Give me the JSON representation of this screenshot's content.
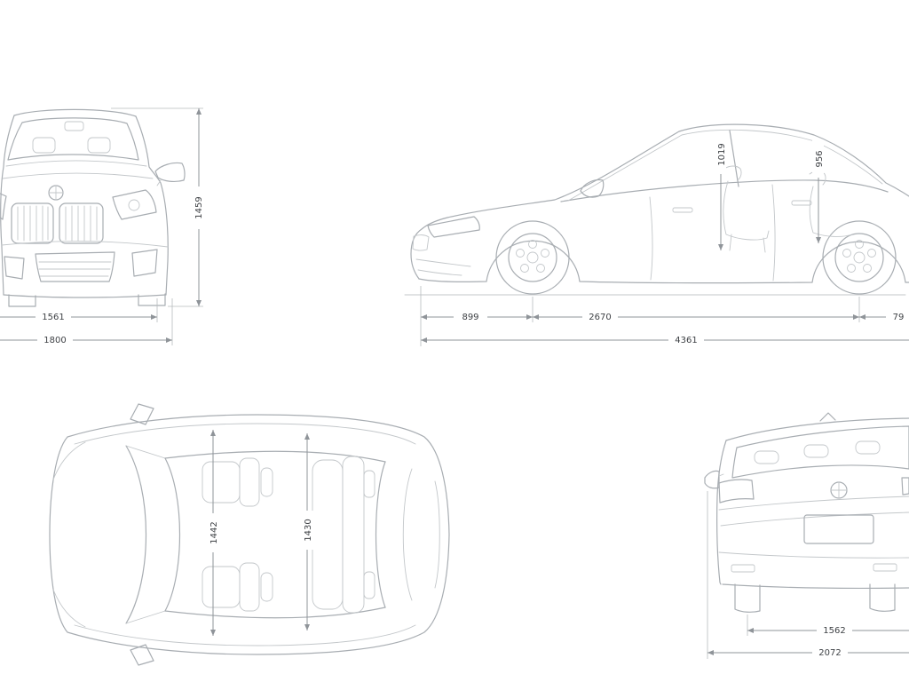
{
  "diagram": {
    "subject": "car-dimensions-blueprint",
    "line_color": "#a8adb2",
    "dim_color": "#8f9499",
    "text_color": "#3e4145",
    "views": {
      "front": {
        "name": "front-view",
        "height": "1459",
        "track_width": "1561",
        "overall_width": "1800"
      },
      "side": {
        "name": "side-view",
        "front_headroom": "1019",
        "rear_headroom": "956",
        "front_overhang": "899",
        "wheelbase": "2670",
        "rear_overhang": "79",
        "overall_length": "4361"
      },
      "top": {
        "name": "top-view",
        "front_interior_width": "1442",
        "rear_interior_width": "1430"
      },
      "rear": {
        "name": "rear-view",
        "rear_track": "1562",
        "width_with_mirrors": "2072"
      }
    }
  }
}
